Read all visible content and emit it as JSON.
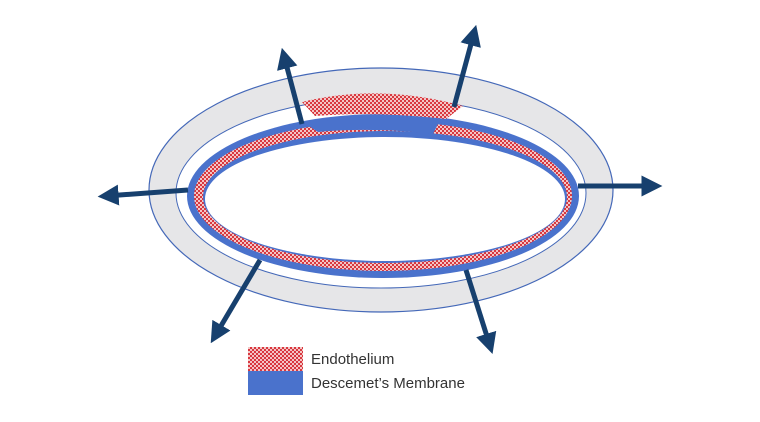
{
  "colors": {
    "outer_ring": "#e6e6e8",
    "outer_ring_stroke": "#4468b8",
    "descemet": "#4a72cc",
    "endothelium_dot": "#d9383f",
    "endothelium_bg": "#f3c6c6",
    "arrow": "#17406e"
  },
  "icons": {
    "arrow": "arrow-icon"
  },
  "legend": {
    "items": [
      {
        "label": "Endothelium",
        "swatch": "endothelium"
      },
      {
        "label": "Descemet’s Membrane",
        "swatch": "descemet"
      }
    ]
  }
}
